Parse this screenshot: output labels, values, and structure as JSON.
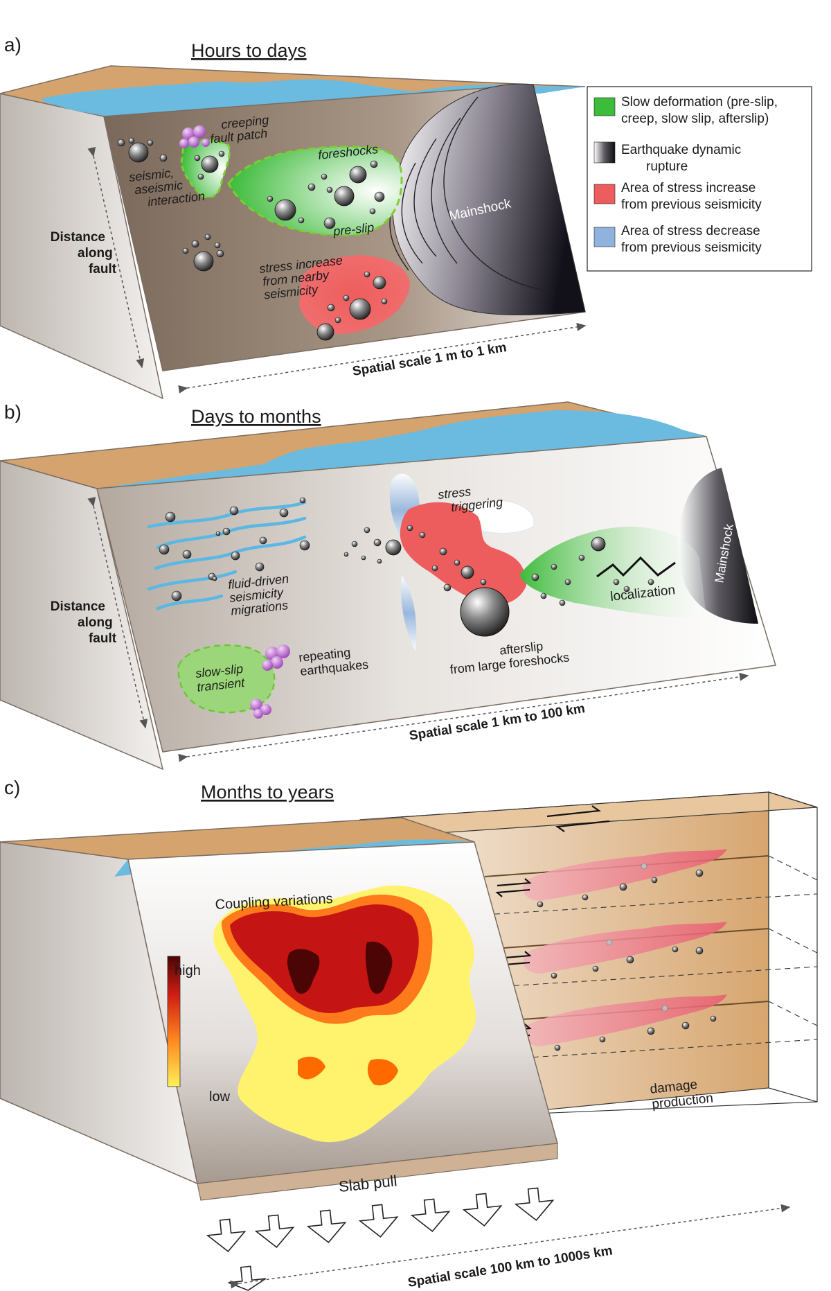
{
  "panel_a": {
    "letter": "a)",
    "title": "Hours to days",
    "labels": {
      "creeping": [
        "creeping",
        "fault patch"
      ],
      "interaction": [
        "seismic,",
        "aseismic",
        "interaction"
      ],
      "foreshocks": "foreshocks",
      "pre_slip": "pre-slip",
      "mainshock": "Mainshock",
      "stress_increase": [
        "stress increase",
        "from nearby",
        "seismicity"
      ],
      "distance": [
        "Distance",
        "along",
        "fault"
      ],
      "scale": "Spatial scale 1 m to 1 km"
    }
  },
  "legend": {
    "items": [
      {
        "color": "#3dbb3a",
        "lines": [
          "Slow deformation (pre-slip,",
          "creep, slow slip, afterslip)"
        ]
      },
      {
        "color": "gradient",
        "lines": [
          "Earthquake dynamic",
          "rupture"
        ]
      },
      {
        "color": "#ee5d5d",
        "lines": [
          "Area of stress increase",
          "from previous seismicity"
        ]
      },
      {
        "color": "#8fb3dd",
        "lines": [
          "Area of stress decrease",
          "from previous seismicity"
        ]
      }
    ]
  },
  "panel_b": {
    "letter": "b)",
    "title": "Days to months",
    "labels": {
      "stress_triggering": [
        "stress",
        "triggering"
      ],
      "fluid": [
        "fluid-driven",
        "seismicity",
        "migrations"
      ],
      "slow_slip": [
        "slow-slip",
        "transient"
      ],
      "repeating": [
        "repeating",
        "earthquakes"
      ],
      "afterslip": [
        "afterslip",
        "from large foreshocks"
      ],
      "localization": "localization",
      "mainshock": "Mainshock",
      "distance": [
        "Distance",
        "along",
        "fault"
      ],
      "scale": "Spatial scale 1 km to 100 km"
    }
  },
  "panel_c": {
    "letter": "c)",
    "title": "Months to years",
    "labels": {
      "coupling": "Coupling variations",
      "high": "high",
      "low": "low",
      "slab_pull": "Slab pull",
      "damage": [
        "damage",
        "production"
      ],
      "scale": "Spatial scale 100 km to 1000s km"
    }
  },
  "colors": {
    "land": "#d4a36e",
    "water": "#6bbbe0",
    "slow_green": "#3dbb3a",
    "stress_red": "#ee5d5d",
    "stress_blue": "#8fb3dd",
    "purple": "#b667c9"
  }
}
